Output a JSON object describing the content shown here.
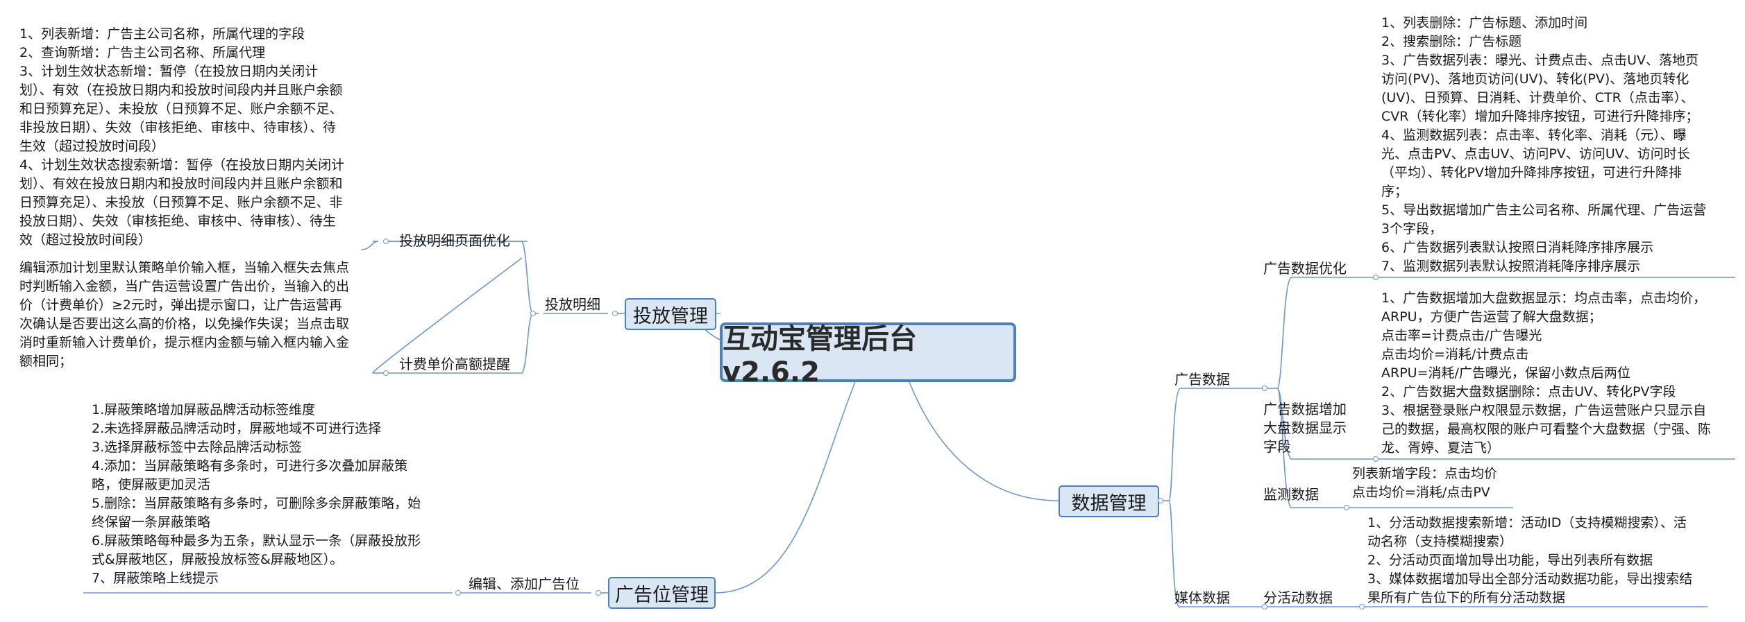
{
  "root": {
    "label": "互动宝管理后台v2.6.2"
  },
  "left": {
    "delivery": {
      "label": "投放管理",
      "detail": {
        "label": "投放明细",
        "page_opt": {
          "label": "投放明细页面优化",
          "text": "1、列表新增：广告主公司名称，所属代理的字段\n2、查询新增：广告主公司名称、所属代理\n3、计划生效状态新增：暂停（在投放日期内关闭计\n划）、有效（在投放日期内和投放时间段内并且账户余额\n和日预算充足）、未投放（日预算不足、账户余额不足、\n非投放日期）、失效（审核拒绝、审核中、待审核）、待\n生效（超过投放时间段）\n4、计划生效状态搜索新增：暂停（在投放日期内关闭计\n划）、有效在投放日期内和投放时间段内并且账户余额和\n日预算充足）、未投放（日预算不足、账户余额不足、非\n投放日期）、失效（审核拒绝、审核中、待审核）、待生\n效（超过投放时间段）"
        },
        "price_alert": {
          "label": "计费单价高额提醒",
          "text": "编辑添加计划里默认策略单价输入框，当输入框失去焦点\n时判断输入金额，当广告运营设置广告出价，当输入的出\n价（计费单价）≥2元时，弹出提示窗口，让广告运营再\n次确认是否要出这么高的价格，以免操作失误；当点击取\n消时重新输入计费单价，提示框内金额与输入框内输入金\n额相同；"
        }
      }
    },
    "adslot": {
      "label": "广告位管理",
      "edit": {
        "label": "编辑、添加广告位",
        "text": "1.屏蔽策略增加屏蔽品牌活动标签维度\n2.未选择屏蔽品牌活动时，屏蔽地域不可进行选择\n3.选择屏蔽标签中去除品牌活动标签\n4.添加：当屏蔽策略有多条时，可进行多次叠加屏蔽策\n略，使屏蔽更加灵活\n5.删除：当屏蔽策略有多条时，可删除多余屏蔽策略，始\n终保留一条屏蔽策略\n6.屏蔽策略每种最多为五条，默认显示一条（屏蔽投放形\n式&屏蔽地区，屏蔽投放标签&屏蔽地区）。\n7、屏蔽策略上线提示"
      }
    }
  },
  "right": {
    "data_mgmt": {
      "label": "数据管理",
      "ad_data": {
        "label": "广告数据",
        "optimize": {
          "label": "广告数据优化",
          "text": "1、列表删除：广告标题、添加时间\n2、搜索删除：广告标题\n3、广告数据列表：曝光、计费点击、点击UV、落地页\n访问(PV)、落地页访问(UV)、转化(PV)、落地页转化\n(UV)、日预算、日消耗、计费单价、CTR（点击率）、\nCVR（转化率）增加升降排序按钮，可进行升降排序；\n4、监测数据列表：点击率、转化率、消耗（元）、曝\n光、点击PV、点击UV、访问PV、访问UV、访问时长\n（平均）、转化PV增加升降排序按钮，可进行升降排\n序；\n5、导出数据增加广告主公司名称、所属代理、广告运营\n3个字段，\n6、广告数据列表默认按照日消耗降序排序展示\n7、监测数据列表默认按照消耗降序排序展示"
        },
        "dashboard": {
          "label": "广告数据增加\n大盘数据显示\n字段",
          "text": "1、广告数据增加大盘数据显示：均点击率，点击均价，\nARPU，方便广告运营了解大盘数据；\n    点击率=计费点击/广告曝光\n    点击均价=消耗/计费点击\n    ARPU=消耗/广告曝光，保留小数点后两位\n2、广告数据大盘数据删除：点击UV、转化PV字段\n3、根据登录账户权限显示数据，广告运营账户只显示自\n己的数据，最高权限的账户可看整个大盘数据（宁强、陈\n龙、胥婷、夏洁飞）"
        },
        "monitor": {
          "label": "监测数据",
          "text": "列表新增字段：点击均价\n点击均价=消耗/点击PV"
        }
      },
      "media_data": {
        "label": "媒体数据",
        "activity": {
          "label": "分活动数据",
          "text": "1、分活动数据搜索新增：活动ID（支持模糊搜索）、活\n动名称（支持模糊搜索）\n2、分活动页面增加导出功能，导出列表所有数据\n3、媒体数据增加导出全部分活动数据功能，导出搜索结\n果所有广告位下的所有分活动数据"
        }
      }
    }
  },
  "colors": {
    "line": "#6a97cf",
    "node_fill": "#dbe6f4",
    "node_border": "#4a7fc1"
  }
}
